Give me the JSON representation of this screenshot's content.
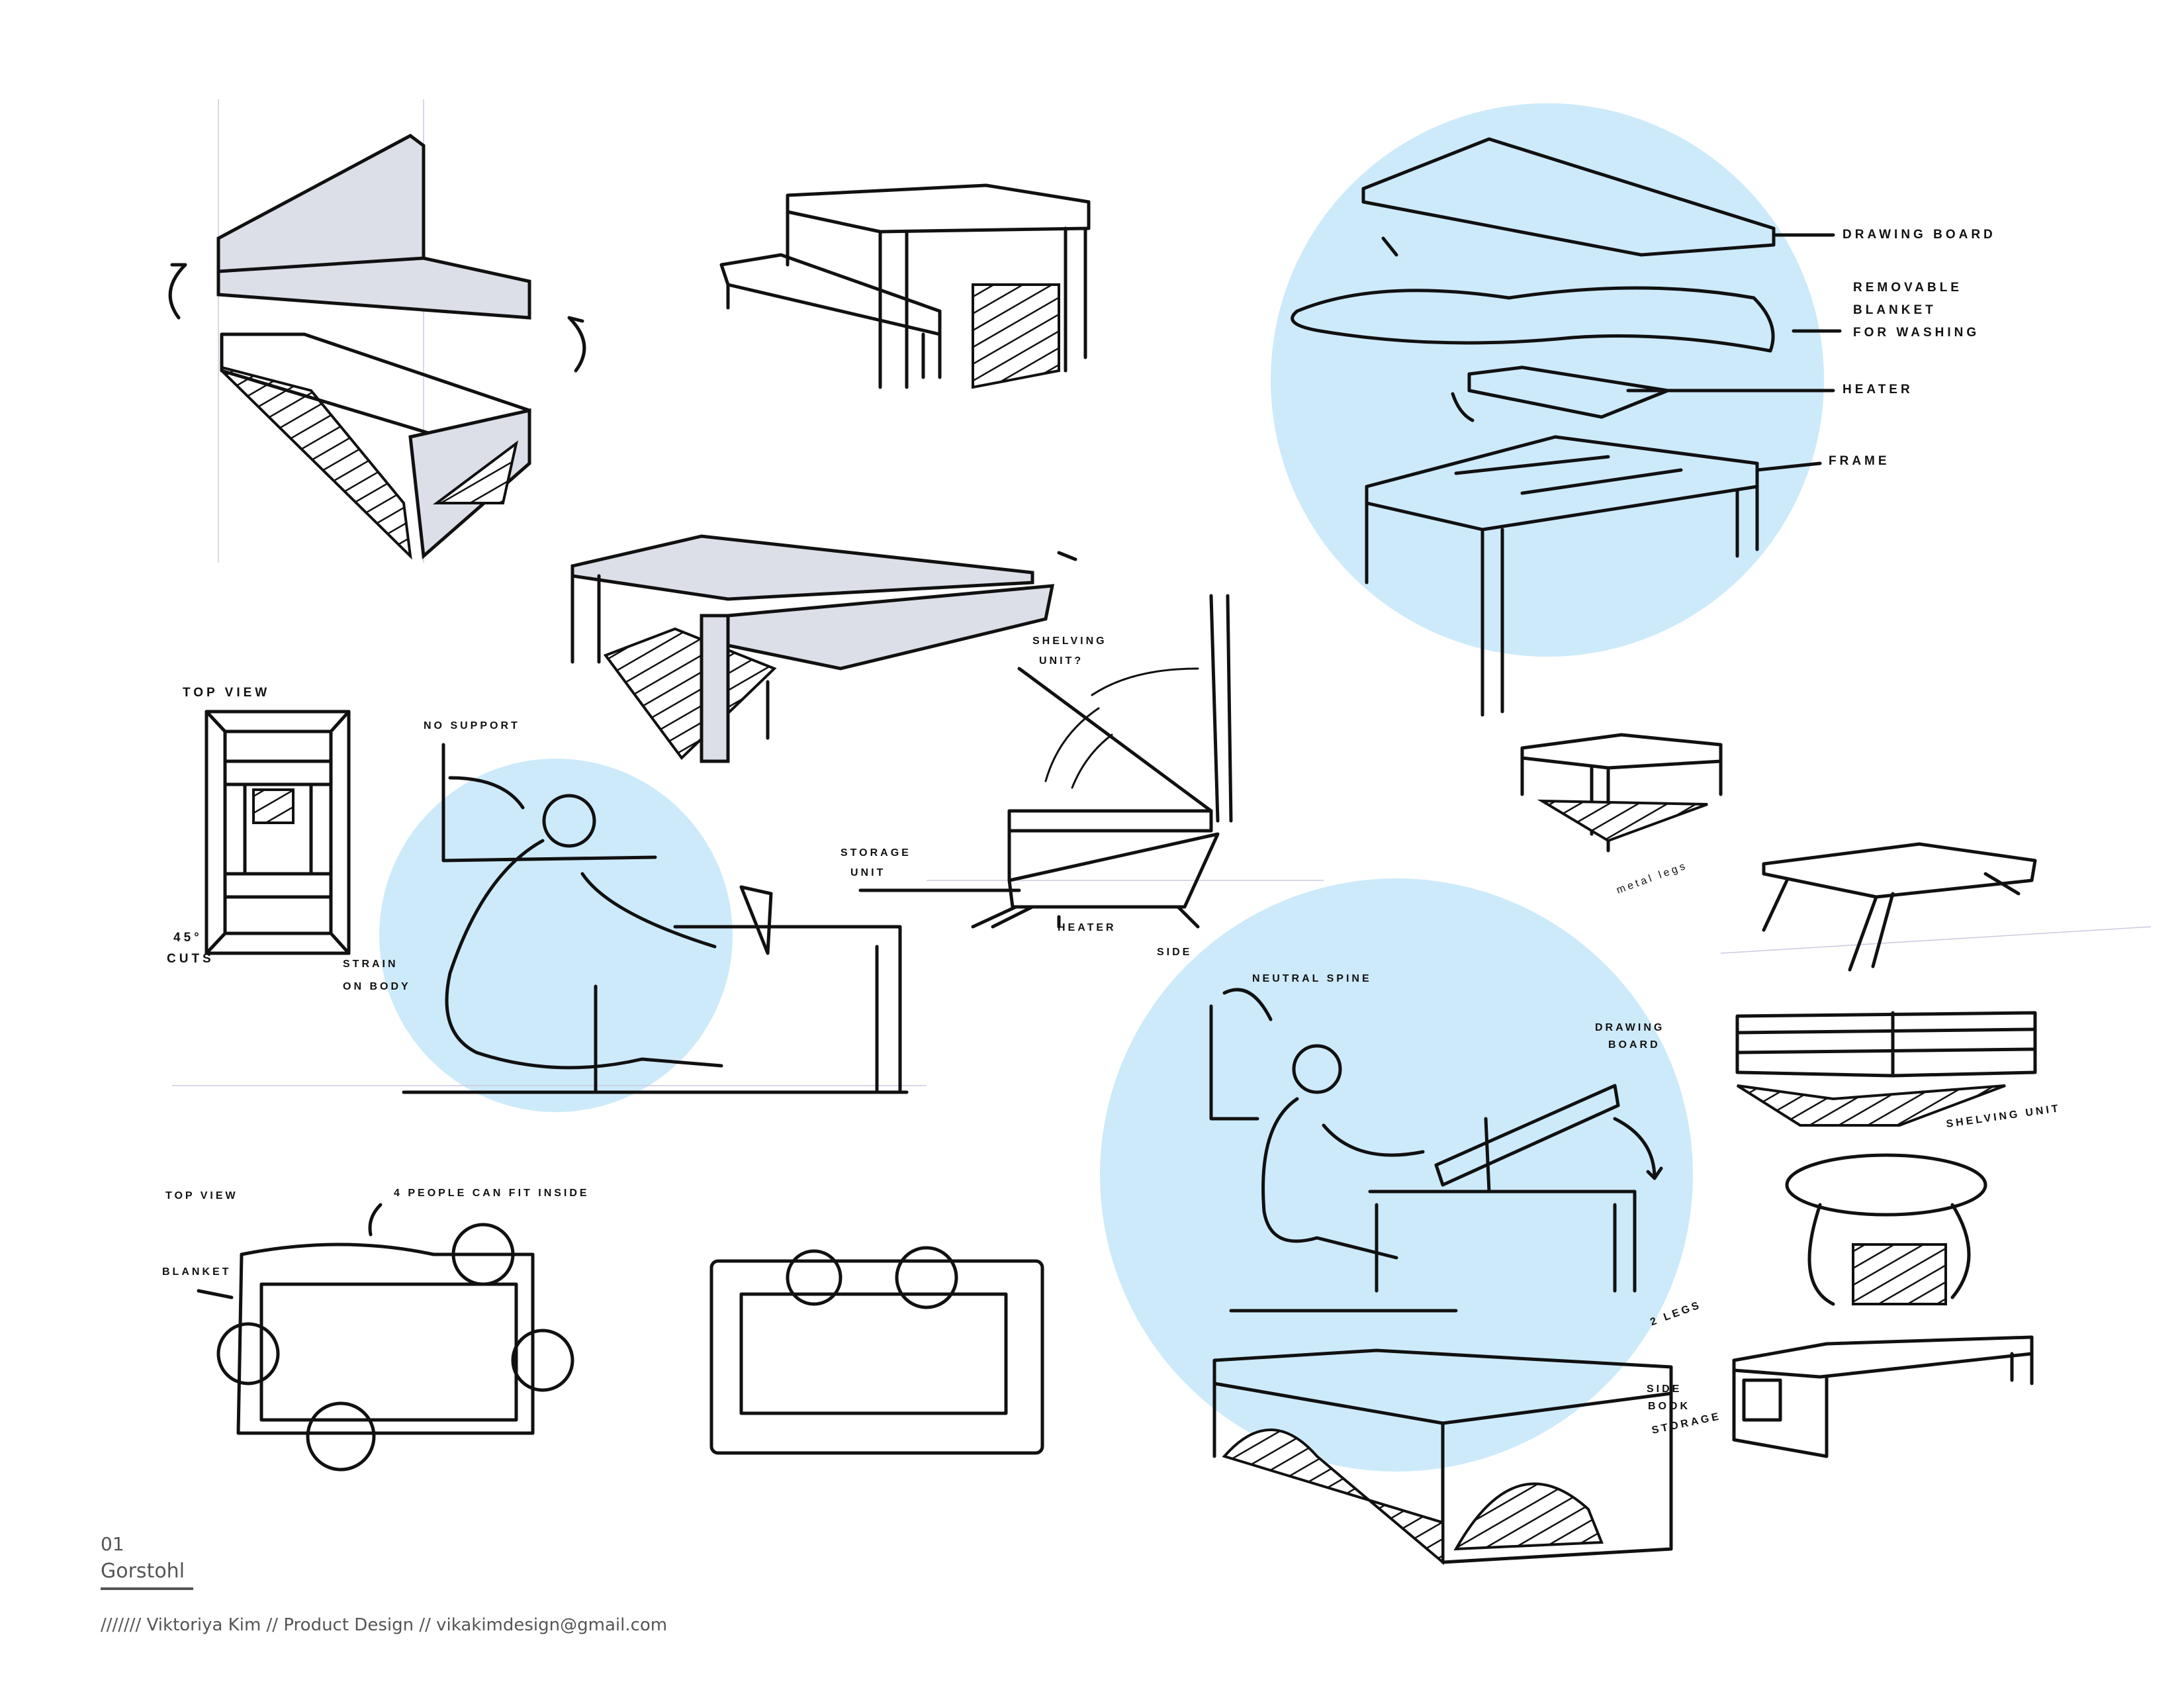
{
  "colors": {
    "highlight_circle": "#cdeafa",
    "ink": "#111111",
    "footer_text": "#555555"
  },
  "annotations": {
    "exploded": {
      "drawing_board": "Drawing board",
      "removable_blanket": [
        "Removable",
        "blanket",
        "for washing"
      ],
      "heater": "Heater",
      "frame": "Frame"
    },
    "shelving_unit_q": [
      "Shelving",
      "unit?"
    ],
    "top_view_1": "Top view",
    "cuts": [
      "45°",
      "cuts"
    ],
    "no_support": "No support",
    "strain": [
      "Strain",
      "on body"
    ],
    "storage_unit": [
      "Storage",
      "unit"
    ],
    "heater_side": "Heater",
    "side": "Side",
    "metal_legs": "metal legs",
    "neutral_spine": "Neutral spine",
    "drawing_board_2": [
      "Drawing",
      "board"
    ],
    "shelving_unit": "Shelving unit",
    "two_legs": "2 legs",
    "side_book_storage": [
      "Side",
      "book",
      "storage"
    ],
    "top_view_2": "Top view",
    "four_people": "4 people can fit inside",
    "blanket": "Blanket"
  },
  "footer": {
    "number": "01",
    "project": "Gorstohl",
    "credit": "/////// Viktoriya Kim // Product Design // vikakimdesign@gmail.com"
  }
}
